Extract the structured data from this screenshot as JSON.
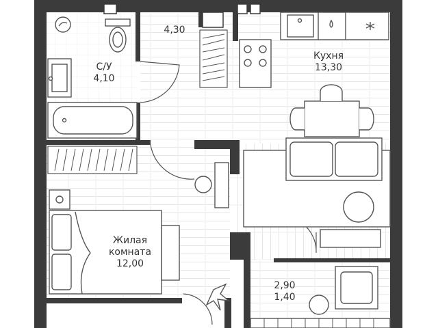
{
  "plan": {
    "rooms": [
      {
        "id": "hall",
        "area": "4,30"
      },
      {
        "id": "bathroom",
        "name": "С/У",
        "area": "4,10"
      },
      {
        "id": "kitchen",
        "name": "Кухня",
        "area": "13,30"
      },
      {
        "id": "living",
        "name_line1": "Жилая",
        "name_line2": "комната",
        "area": "12,00"
      },
      {
        "id": "balcony",
        "area": "2,90",
        "area_reduced": "1,40"
      }
    ],
    "colors": {
      "wall": "#3b3b3b",
      "line": "#555555",
      "floor_lines": "#e6e6e6",
      "tile_lines": "#ececec",
      "text": "#333333"
    }
  }
}
